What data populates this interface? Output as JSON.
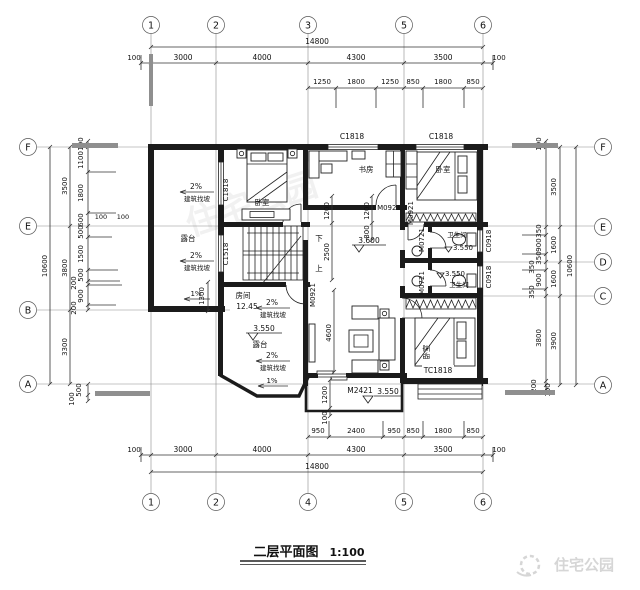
{
  "title": {
    "name": "二层平面图",
    "scale": "1:100"
  },
  "watermark": {
    "brand": "住宅公园"
  },
  "axes": {
    "top": [
      "1",
      "2",
      "3",
      "5",
      "6"
    ],
    "bottom": [
      "1",
      "2",
      "4",
      "5",
      "6"
    ],
    "left": [
      "F",
      "E",
      "B",
      "A"
    ],
    "right": [
      "F",
      "E",
      "D",
      "C",
      "A"
    ]
  },
  "dims": {
    "top": {
      "total": "14800",
      "row": [
        "100",
        "3000",
        "4000",
        "4300",
        "3500",
        "100"
      ],
      "inner": [
        "1250",
        "1800",
        "1250",
        "850",
        "1800",
        "850"
      ]
    },
    "bottom": {
      "total": "14800",
      "row": [
        "100",
        "3000",
        "4000",
        "4300",
        "3500",
        "100"
      ],
      "inner": [
        "950",
        "2400",
        "950",
        "850",
        "1800",
        "850"
      ]
    },
    "left": {
      "total": "10600",
      "row": [
        "3500",
        "3800",
        "3300"
      ],
      "inner": [
        "100",
        "1100",
        "1800",
        "600",
        "500",
        "1500",
        "500",
        "200",
        "900",
        "200",
        "500",
        "100"
      ],
      "wall": [
        "100",
        "100"
      ]
    },
    "right": {
      "total": "10600",
      "row": [
        "3500",
        "1600",
        "1600",
        "3900"
      ],
      "inner": [
        "100",
        "350",
        "900",
        "350",
        "350",
        "900",
        "350",
        "3800",
        "200",
        "100"
      ]
    },
    "interior": [
      "1200",
      "2500",
      "1200",
      "800",
      "4600",
      "1200",
      "100",
      "1300"
    ]
  },
  "rooms": {
    "bedroom": "卧室",
    "study": "书房",
    "terrace": "露台",
    "room": "房间",
    "room_area": "12.45",
    "bath": "卫生间"
  },
  "openings": {
    "c1818": "C1818",
    "c1518": "C1518",
    "c0918": "C0918",
    "tc1818": "TC1818",
    "m0921": "M0921",
    "m0721": "M0721",
    "m2421": "M2421"
  },
  "levels": {
    "hall": "3.600",
    "terrace": "3.550",
    "balcony": "3.550",
    "bath1": "3.550",
    "bath2": "3.550"
  },
  "notes": {
    "slope": "2%",
    "slope_base": "建筑找坡",
    "drain": "1%",
    "down": "下",
    "up": "上"
  }
}
